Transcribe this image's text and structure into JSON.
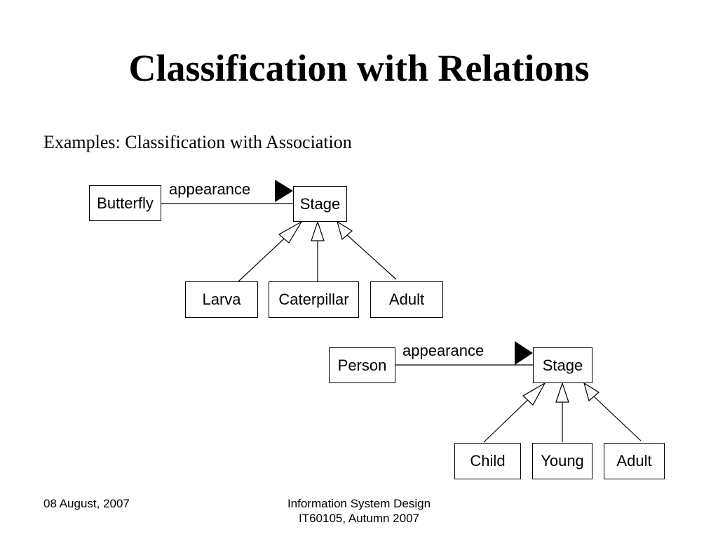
{
  "title": "Classification with Relations",
  "subtitle": "Examples: Classification with Association",
  "diagram1": {
    "owner": "Butterfly",
    "association": "appearance",
    "parent": "Stage",
    "children": [
      "Larva",
      "Caterpillar",
      "Adult"
    ]
  },
  "diagram2": {
    "owner": "Person",
    "association": "appearance",
    "parent": "Stage",
    "children": [
      "Child",
      "Young",
      "Adult"
    ]
  },
  "footer": {
    "date": "08 August, 2007",
    "course_line1": "Information System Design",
    "course_line2": "IT60105, Autumn 2007"
  }
}
